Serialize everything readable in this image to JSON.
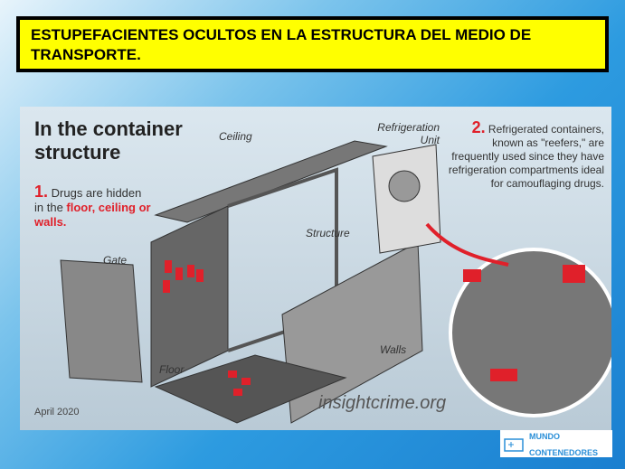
{
  "slide": {
    "title": "ESTUPEFACIENTES OCULTOS EN LA ESTRUCTURA DEL MEDIO DE TRANSPORTE."
  },
  "infographic": {
    "heading": "In the container structure",
    "point1": {
      "num": "1.",
      "text": "Drugs are hidden in the ",
      "highlight": "floor, ceiling or walls."
    },
    "point2": {
      "num": "2.",
      "text": "Refrigerated containers, known as \"reefers,\" are frequently used since they have refrigeration compartments ideal for camouflaging drugs."
    },
    "labels": {
      "ceiling": "Ceiling",
      "refrigeration": "Refrigeration Unit",
      "structure": "Structure",
      "gate": "Gate",
      "walls": "Walls",
      "floor": "Floor"
    },
    "date": "April 2020",
    "watermark": "insightcrime.org"
  },
  "logo": {
    "line1": "MUNDO",
    "line2": "CONTENEDORES"
  }
}
